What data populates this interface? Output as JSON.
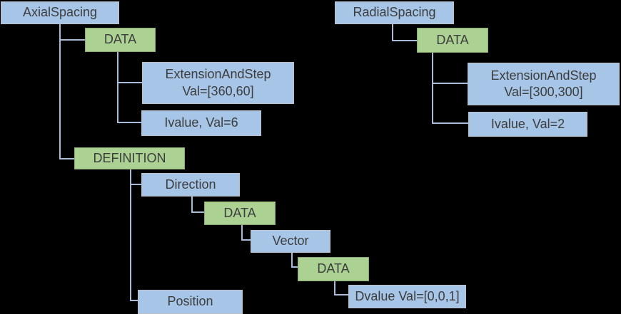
{
  "diagram": {
    "background_color": "#000000",
    "node_text_color": "#3d3d3d",
    "blue_fill": "#a6c5e7",
    "green_fill": "#abd293",
    "connector_color": "#a8bcd9",
    "nodes": [
      {
        "label": "AxialSpacing",
        "type": "blue",
        "parent": null
      },
      {
        "label": "DATA",
        "type": "green",
        "parent": "AxialSpacing"
      },
      {
        "label": "ExtensionAndStep\nVal=[360,60]",
        "type": "blue",
        "parent": "DATA (AxialSpacing)"
      },
      {
        "label": "Ivalue, Val=6",
        "type": "blue",
        "parent": "DATA (AxialSpacing)"
      },
      {
        "label": "DEFINITION",
        "type": "green",
        "parent": "AxialSpacing"
      },
      {
        "label": "Direction",
        "type": "blue",
        "parent": "DEFINITION"
      },
      {
        "label": "DATA",
        "type": "green",
        "parent": "Direction"
      },
      {
        "label": "Vector",
        "type": "blue",
        "parent": "DATA (Direction)"
      },
      {
        "label": "DATA",
        "type": "green",
        "parent": "Vector"
      },
      {
        "label": "Dvalue Val=[0,0,1]",
        "type": "blue",
        "parent": "DATA (Vector)"
      },
      {
        "label": "Position",
        "type": "blue",
        "parent": "DEFINITION"
      },
      {
        "label": "RadialSpacing",
        "type": "blue",
        "parent": null
      },
      {
        "label": "DATA",
        "type": "green",
        "parent": "RadialSpacing"
      },
      {
        "label": "ExtensionAndStep\nVal=[300,300]",
        "type": "blue",
        "parent": "DATA (RadialSpacing)"
      },
      {
        "label": "Ivalue, Val=2",
        "type": "blue",
        "parent": "DATA (RadialSpacing)"
      }
    ]
  }
}
